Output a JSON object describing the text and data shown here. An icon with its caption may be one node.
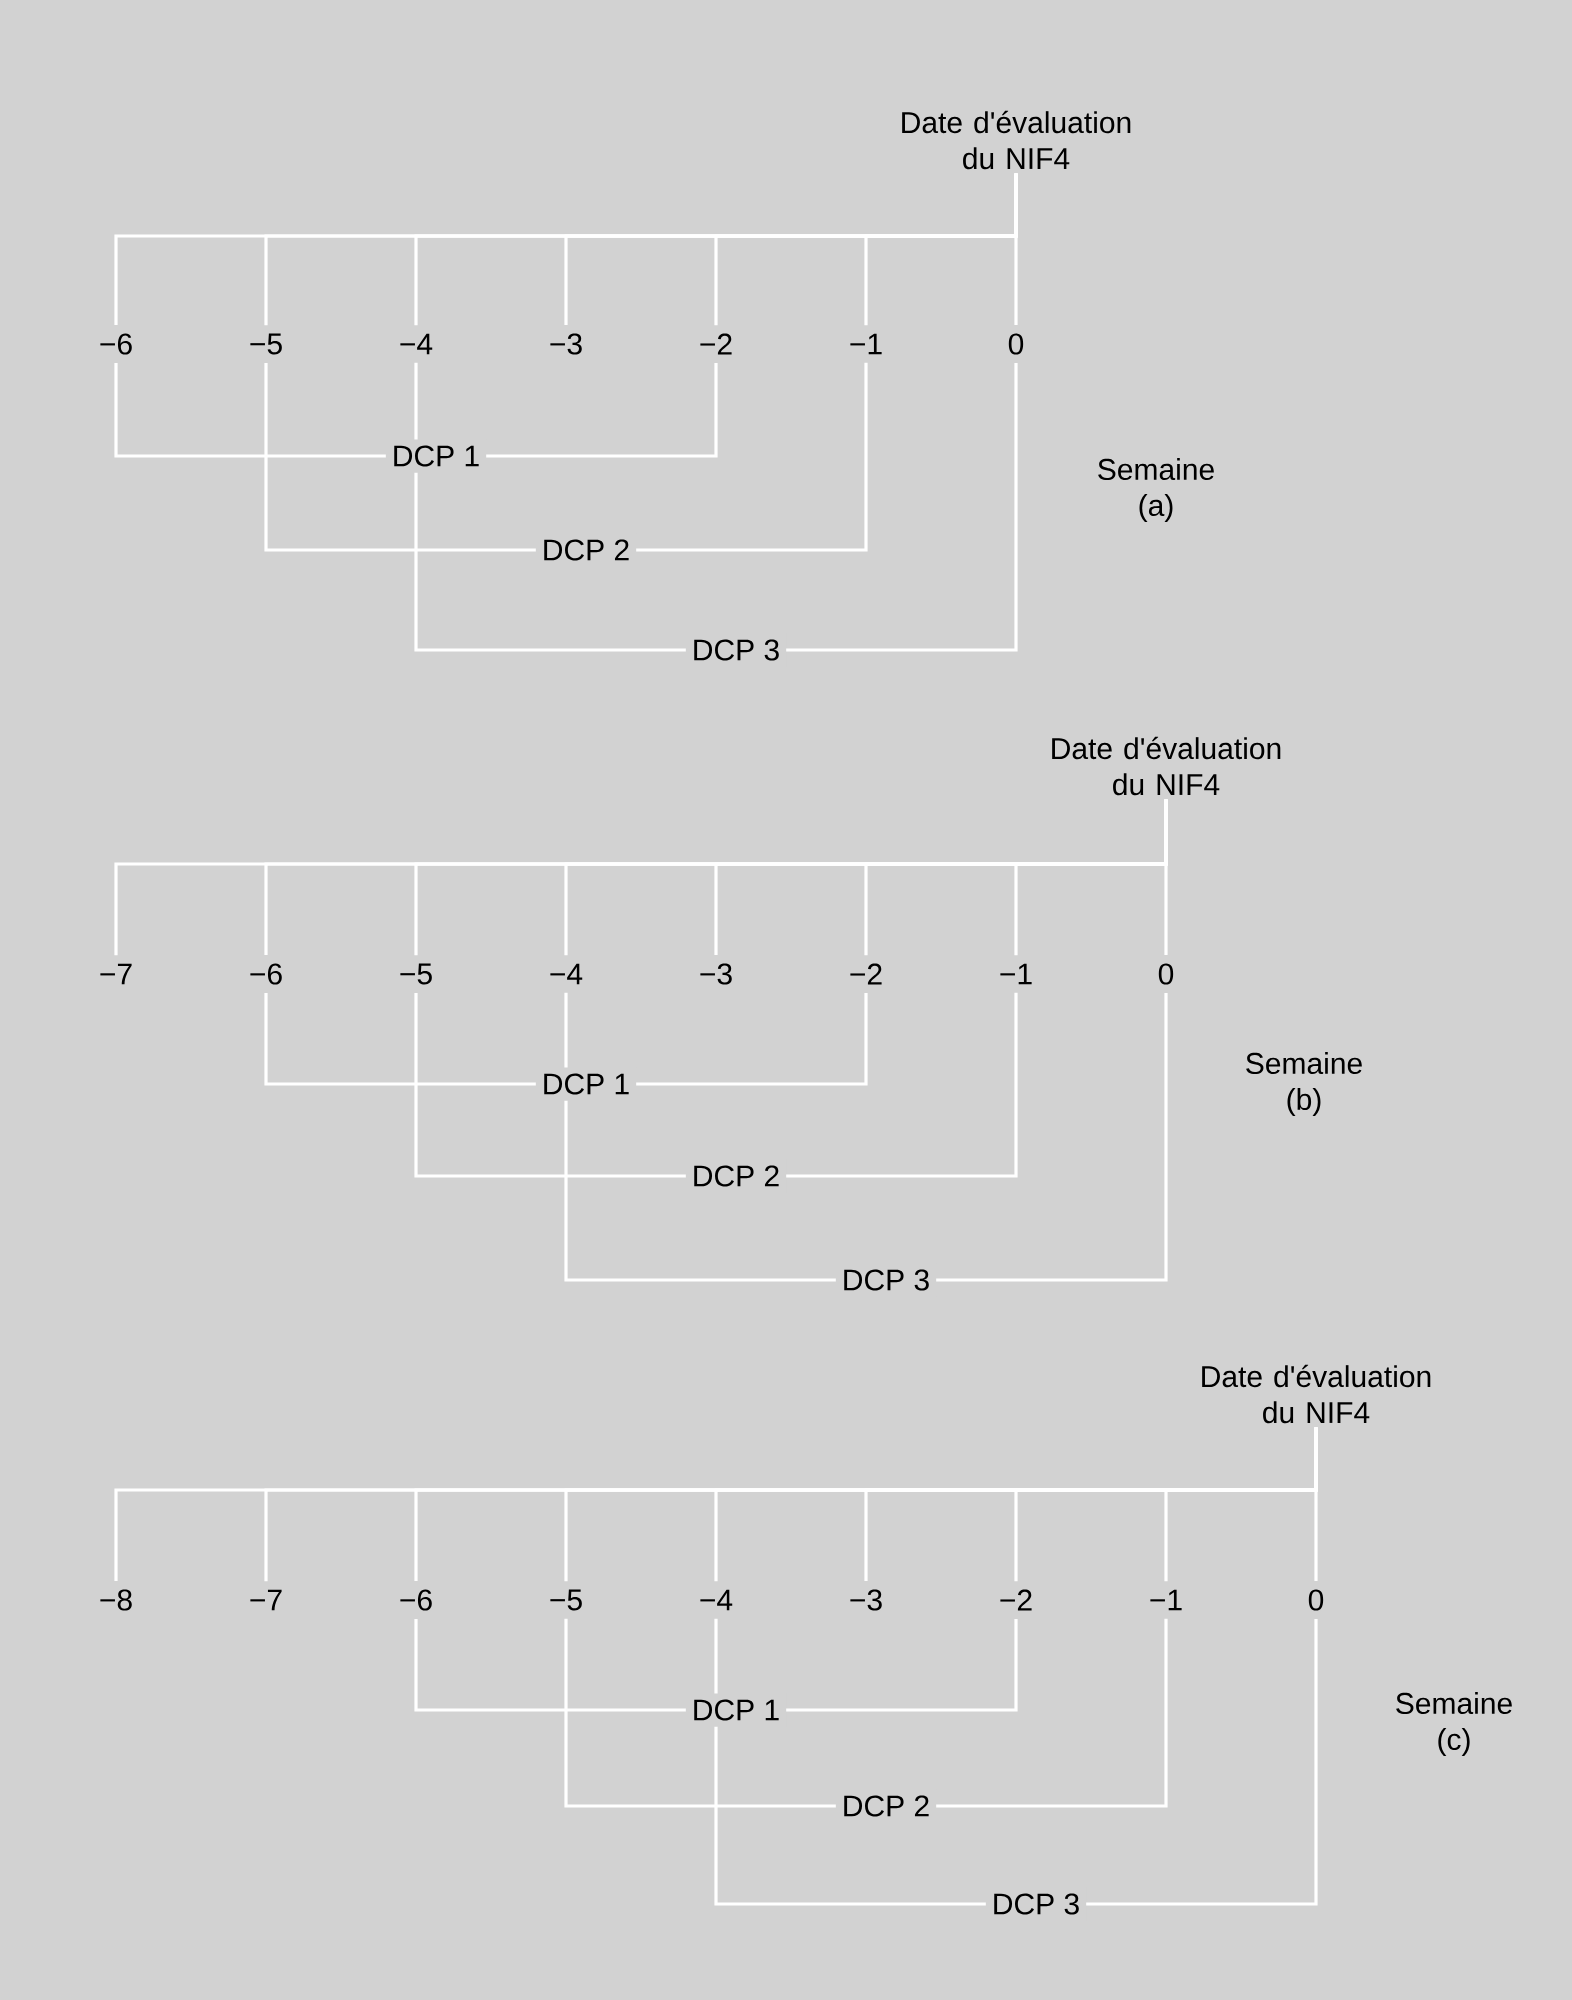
{
  "diagram": {
    "nodes": [
      {
        "text": [
          "Date d'évaluation du NIF4"
        ]
      },
      {
        "text": [
          "−6"
        ]
      },
      {
        "text": [
          "−5"
        ]
      },
      {
        "text": [
          "−4"
        ]
      },
      {
        "text": [
          "−3"
        ]
      },
      {
        "text": [
          "−2"
        ]
      },
      {
        "text": [
          "−1"
        ]
      },
      {
        "text": [
          "0"
        ]
      },
      {
        "text": [
          "Date d'évaluation du NIF4"
        ]
      },
      {
        "text": [
          "−7"
        ]
      },
      {
        "text": [
          "−6"
        ]
      },
      {
        "text": [
          "−5"
        ]
      },
      {
        "text": [
          "−4"
        ]
      },
      {
        "text": [
          "−3"
        ]
      },
      {
        "text": [
          "−2"
        ]
      },
      {
        "text": [
          "−1"
        ]
      },
      {
        "text": [
          "0"
        ]
      },
      {
        "text": [
          "Date d'évaluation du NIF4"
        ]
      },
      {
        "text": [
          "−8"
        ]
      },
      {
        "text": [
          "−7"
        ]
      },
      {
        "text": [
          "−6"
        ]
      },
      {
        "text": [
          "−5"
        ]
      },
      {
        "text": [
          "−4"
        ]
      },
      {
        "text": [
          "−3"
        ]
      },
      {
        "text": [
          "−2"
        ]
      },
      {
        "text": [
          "−1"
        ]
      },
      {
        "text": [
          "0"
        ]
      }
    ],
    "edges": [
      {
        "from": 1,
        "to": 0,
        "arrow": "none"
      },
      {
        "from": 2,
        "to": 0,
        "arrow": "none"
      },
      {
        "from": 3,
        "to": 0,
        "arrow": "none"
      },
      {
        "from": 4,
        "to": 0,
        "arrow": "none"
      },
      {
        "from": 5,
        "to": 0,
        "arrow": "none"
      },
      {
        "from": 6,
        "to": 0,
        "arrow": "none"
      },
      {
        "from": 7,
        "to": 0,
        "arrow": "none"
      },
      {
        "from": 1,
        "to": 5,
        "arrow": "none",
        "label": "DCP 1"
      },
      {
        "from": 2,
        "to": 6,
        "arrow": "none",
        "label": "DCP 2"
      },
      {
        "from": 3,
        "to": 7,
        "arrow": "none",
        "label": "DCP 3"
      },
      {
        "from": 9,
        "to": 8,
        "arrow": "none"
      },
      {
        "from": 10,
        "to": 8,
        "arrow": "none"
      },
      {
        "from": 11,
        "to": 8,
        "arrow": "none"
      },
      {
        "from": 12,
        "to": 8,
        "arrow": "none"
      },
      {
        "from": 13,
        "to": 8,
        "arrow": "none"
      },
      {
        "from": 14,
        "to": 8,
        "arrow": "none"
      },
      {
        "from": 15,
        "to": 8,
        "arrow": "none"
      },
      {
        "from": 16,
        "to": 8,
        "arrow": "none"
      },
      {
        "from": 10,
        "to": 14,
        "arrow": "none",
        "label": "DCP 1"
      },
      {
        "from": 11,
        "to": 15,
        "arrow": "none",
        "label": "DCP 2"
      },
      {
        "from": 12,
        "to": 16,
        "arrow": "none",
        "label": "DCP 3"
      },
      {
        "from": 18,
        "to": 17,
        "arrow": "none"
      },
      {
        "from": 19,
        "to": 17,
        "arrow": "none"
      },
      {
        "from": 20,
        "to": 17,
        "arrow": "none"
      },
      {
        "from": 21,
        "to": 17,
        "arrow": "none"
      },
      {
        "from": 22,
        "to": 17,
        "arrow": "none"
      },
      {
        "from": 23,
        "to": 17,
        "arrow": "none"
      },
      {
        "from": 24,
        "to": 17,
        "arrow": "none"
      },
      {
        "from": 25,
        "to": 17,
        "arrow": "none"
      },
      {
        "from": 26,
        "to": 17,
        "arrow": "none"
      },
      {
        "from": 20,
        "to": 24,
        "arrow": "none",
        "label": "DCP 1"
      },
      {
        "from": 21,
        "to": 25,
        "arrow": "none",
        "label": "DCP 2"
      },
      {
        "from": 22,
        "to": 26,
        "arrow": "none",
        "label": "DCP 3"
      }
    ],
    "labels": [
      "Semaine (a)",
      "Semaine (b)",
      "Semaine (c)"
    ]
  }
}
